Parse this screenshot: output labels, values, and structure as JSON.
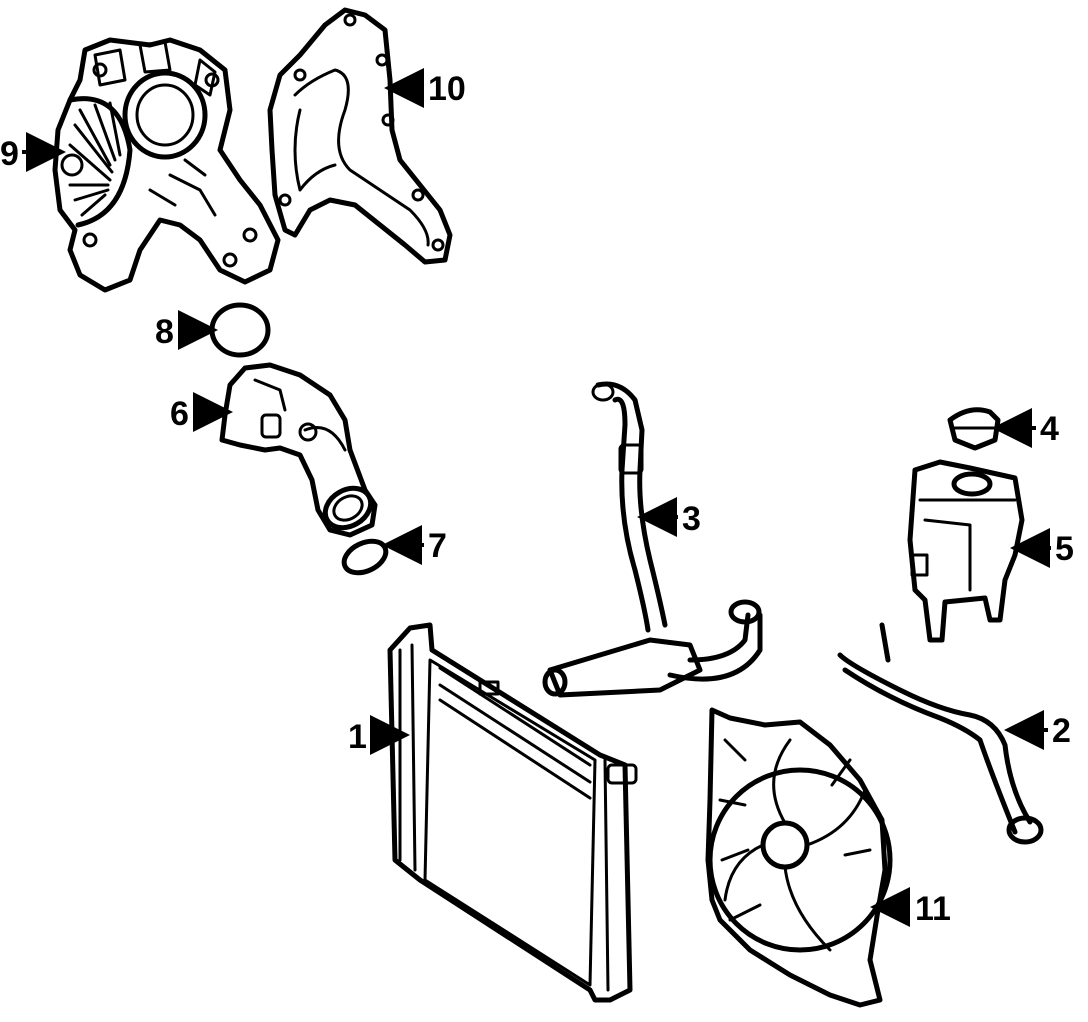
{
  "callouts": [
    {
      "number": "1",
      "part": "radiator"
    },
    {
      "number": "2",
      "part": "hose"
    },
    {
      "number": "3",
      "part": "upper-hose"
    },
    {
      "number": "4",
      "part": "reservoir-cap"
    },
    {
      "number": "5",
      "part": "coolant-reservoir"
    },
    {
      "number": "6",
      "part": "thermostat-housing"
    },
    {
      "number": "7",
      "part": "o-ring"
    },
    {
      "number": "8",
      "part": "gasket-ring"
    },
    {
      "number": "9",
      "part": "water-pump"
    },
    {
      "number": "10",
      "part": "water-pump-gasket"
    },
    {
      "number": "11",
      "part": "fan-assembly"
    }
  ],
  "colors": {
    "line": "#000000",
    "background": "#ffffff"
  }
}
